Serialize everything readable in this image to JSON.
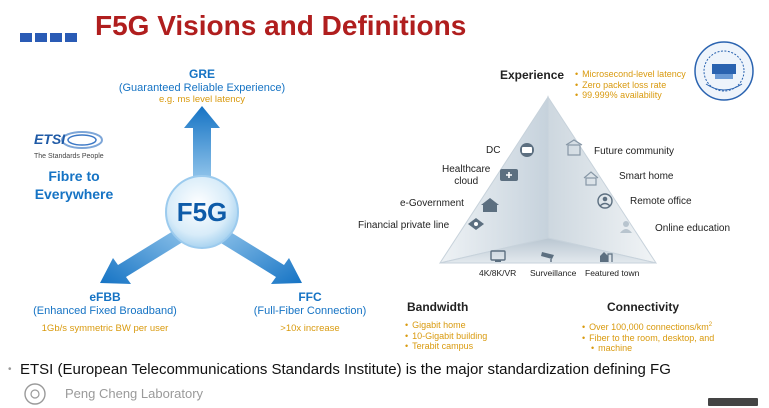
{
  "title": "F5G Visions and Definitions",
  "etsi": {
    "name": "ETSI",
    "tagline": "The Standards People"
  },
  "fibre_text": [
    "Fibre to",
    "Everywhere"
  ],
  "center_label": "F5G",
  "gre": {
    "title": "GRE",
    "subtitle": "(Guaranteed Reliable Experience)",
    "example": "e.g. ms level latency"
  },
  "efbb": {
    "title": "eFBB",
    "subtitle": "(Enhanced Fixed Broadband)",
    "note": "1Gb/s symmetric BW per user"
  },
  "ffc": {
    "title": "FFC",
    "subtitle": "(Full-Fiber Connection)",
    "note": ">10x increase"
  },
  "experience": {
    "title": "Experience",
    "bullets": [
      "Microsecond-level latency",
      "Zero packet loss rate",
      "99.999% availability"
    ]
  },
  "pyramid_labels": {
    "dc": "DC",
    "healthcare": [
      "Healthcare",
      "cloud"
    ],
    "egov": "e-Government",
    "financial": "Financial private line",
    "future_community": "Future community",
    "smart_home": "Smart home",
    "remote_office": "Remote office",
    "online_education": "Online education",
    "vr": "4K/8K/VR",
    "surveillance": "Surveillance",
    "featured_town": "Featured town"
  },
  "bandwidth": {
    "title": "Bandwidth",
    "bullets": [
      "Gigabit home",
      "10-Gigabit building",
      "Terabit campus"
    ]
  },
  "connectivity": {
    "title": "Connectivity",
    "bullet1_prefix": "Over 100,000 connections/km",
    "bullet1_sup": "2",
    "bullet2_lines": [
      "Fiber to the room, desktop, and",
      "machine"
    ]
  },
  "footer": "ETSI (European Telecommunications Standards Institute) is the major standardization defining FG",
  "footer_org": "Peng Cheng Laboratory",
  "logo_text": "Peng Cheng Laboratory",
  "colors": {
    "title": "#b01e1e",
    "accent_blue": "#1573c4",
    "accent_gold": "#d99a0e"
  }
}
